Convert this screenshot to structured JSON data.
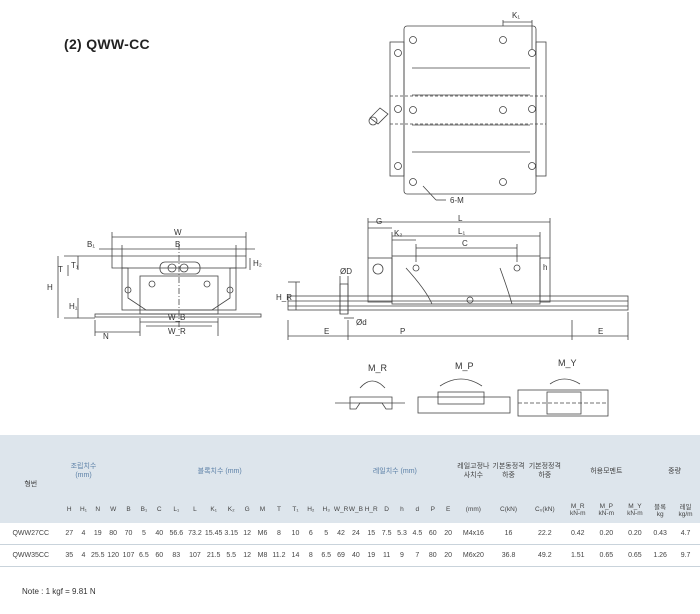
{
  "title": "(2) QWW-CC",
  "drawing_labels": {
    "k1": "K₁",
    "hole_m": "6-M",
    "w": "W",
    "b1": "B₁",
    "b": "B",
    "t": "T",
    "t1": "T₁",
    "h2": "H₂",
    "h": "H",
    "h1": "H₁",
    "n": "N",
    "wb": "W_B",
    "wr": "W_R",
    "g": "G",
    "l": "L",
    "k2": "K₂",
    "l1": "L₁",
    "c": "C",
    "phi_d_big": "ØD",
    "phi_d_small": "Ød",
    "hr": "H_R",
    "h_small": "h",
    "e_left": "E",
    "p": "P",
    "e_right": "E",
    "mr": "M_R",
    "mp": "M_P",
    "my": "M_Y"
  },
  "table": {
    "model_header": "형번",
    "groups": {
      "assembly": "조립치수 (mm)",
      "block": "블록치수 (mm)",
      "rail": "레일치수 (mm)",
      "bolt": "레일고정나사치수",
      "dynamic": "기본동정격하중",
      "static": "기본정정격하중",
      "moment": "허용모멘트",
      "weight": "중량"
    },
    "bolt_unit": "(mm)",
    "dynamic_unit": "C(kN)",
    "static_unit": "C₀(kN)",
    "moment_cols": [
      "M_R",
      "M_P",
      "M_Y"
    ],
    "moment_units": [
      "kN-m",
      "kN-m",
      "kN-m"
    ],
    "weight_cols": [
      "블록",
      "레일"
    ],
    "weight_units": [
      "kg",
      "kg/m"
    ],
    "columns": [
      "H",
      "H₁",
      "N",
      "W",
      "B",
      "B₁",
      "C",
      "L₁",
      "L",
      "K₁",
      "K₂",
      "G",
      "M",
      "T",
      "T₁",
      "H₂",
      "H₃",
      "W_R",
      "W_B",
      "H_R",
      "D",
      "h",
      "d",
      "P",
      "E"
    ],
    "rows": [
      {
        "model": "QWW27CC",
        "values": [
          "27",
          "4",
          "19",
          "80",
          "70",
          "5",
          "40",
          "56.6",
          "73.2",
          "15.45",
          "3.15",
          "12",
          "M6",
          "8",
          "10",
          "6",
          "5",
          "42",
          "24",
          "15",
          "7.5",
          "5.3",
          "4.5",
          "60",
          "20"
        ],
        "bolt": "M4x16",
        "c": "16",
        "c0": "22.2",
        "mr": "0.42",
        "mp": "0.20",
        "my": "0.20",
        "block": "0.43",
        "rail": "4.7"
      },
      {
        "model": "QWW35CC",
        "values": [
          "35",
          "4",
          "25.5",
          "120",
          "107",
          "6.5",
          "60",
          "83",
          "107",
          "21.5",
          "5.5",
          "12",
          "M8",
          "11.2",
          "14",
          "8",
          "6.5",
          "69",
          "40",
          "19",
          "11",
          "9",
          "7",
          "80",
          "20"
        ],
        "bolt": "M6x20",
        "c": "36.8",
        "c0": "49.2",
        "mr": "1.51",
        "mp": "0.65",
        "my": "0.65",
        "block": "1.26",
        "rail": "9.7"
      }
    ]
  },
  "note": "Note : 1 kgf = 9.81 N"
}
